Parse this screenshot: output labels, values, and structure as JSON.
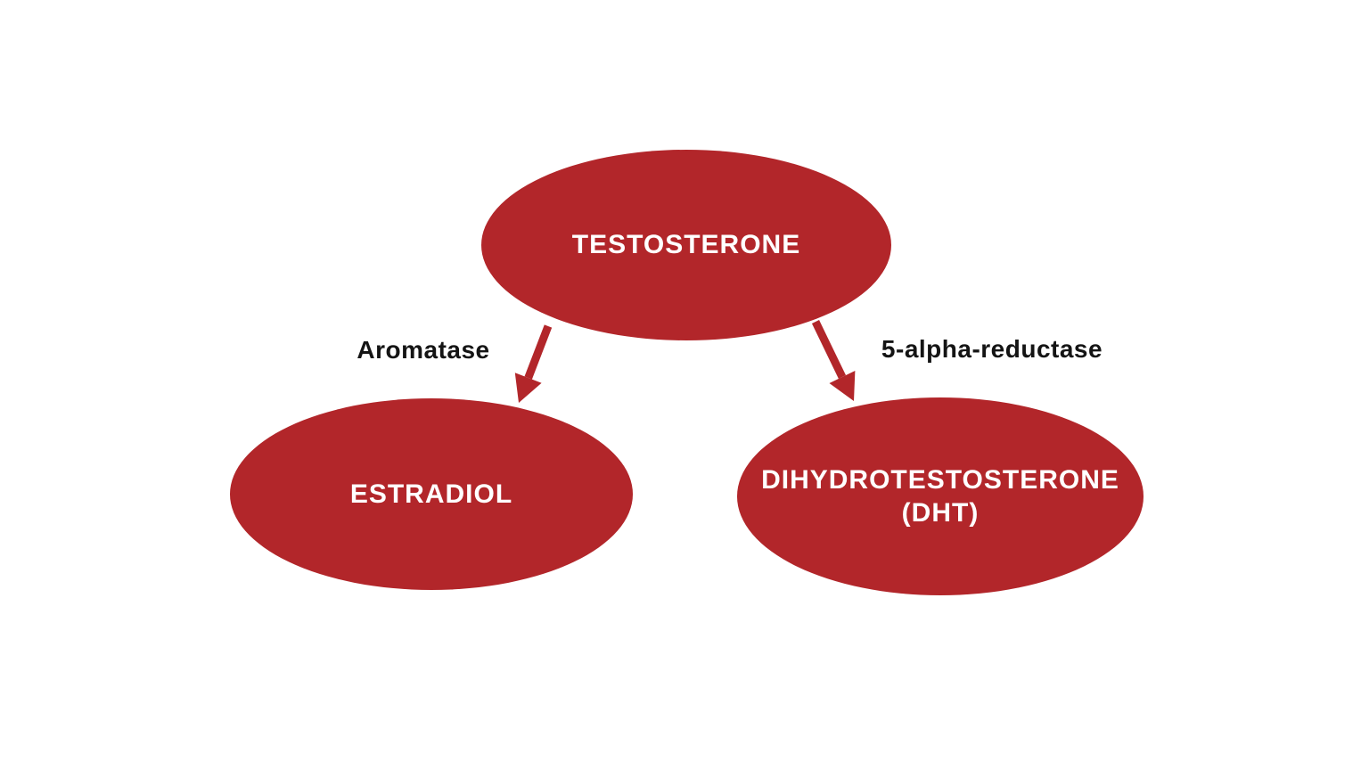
{
  "diagram": {
    "type": "flowchart",
    "background": "#ffffff",
    "colors": {
      "node_fill": "#b2262a",
      "node_text": "#ffffff",
      "arrow": "#b2262a",
      "edge_label_text": "#141414"
    },
    "nodes": {
      "testosterone": {
        "label": "TESTOSTERONE"
      },
      "estradiol": {
        "label": "ESTRADIOL"
      },
      "dht": {
        "label": "DIHYDROTESTOSTERONE",
        "label2": "(DHT)"
      }
    },
    "edges": {
      "aromatase": {
        "label": "Aromatase",
        "from": "TESTOSTERONE",
        "to": "ESTRADIOL"
      },
      "reductase": {
        "label": "5-alpha-reductase",
        "from": "TESTOSTERONE",
        "to": "DIHYDROTESTOSTERONE (DHT)"
      }
    }
  }
}
